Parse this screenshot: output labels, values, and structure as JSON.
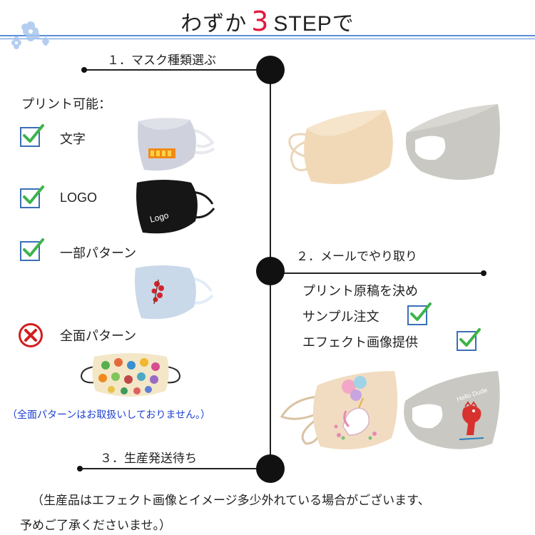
{
  "title": {
    "prefix": "わずか",
    "number": "3",
    "suffix": "STEPで"
  },
  "steps": {
    "step1": "１．マスク種類選ぶ",
    "step2": "２．メールでやり取り",
    "step3": "３．生産発送待ち"
  },
  "print_options": {
    "heading": "プリント可能：",
    "items": [
      {
        "label": "文字",
        "available": true
      },
      {
        "label": "LOGO",
        "available": true
      },
      {
        "label": "一部パターン",
        "available": true
      },
      {
        "label": "全面パターン",
        "available": false
      }
    ],
    "logo_mask_text": "Logo",
    "full_pattern_note": "（全面パターンはお取扱いしておりません。）"
  },
  "email_steps": {
    "line1": "プリント原稿を決め",
    "line2": "サンプル注文",
    "line3": "エフェクト画像提供"
  },
  "mask_print_text": "Hello Dude",
  "footer_note": {
    "line1": "（生産品はエフェクト画像とイメージ多少外れている場合がございます、",
    "line2": "予めご了承くださいませ。）"
  },
  "colors": {
    "accent_red": "#e2173d",
    "rule_blue": "#5b8fd6",
    "check_green": "#3db34a",
    "check_border": "#3a6fb7",
    "note_blue": "#1d3fd0",
    "x_red": "#d21d1d"
  }
}
